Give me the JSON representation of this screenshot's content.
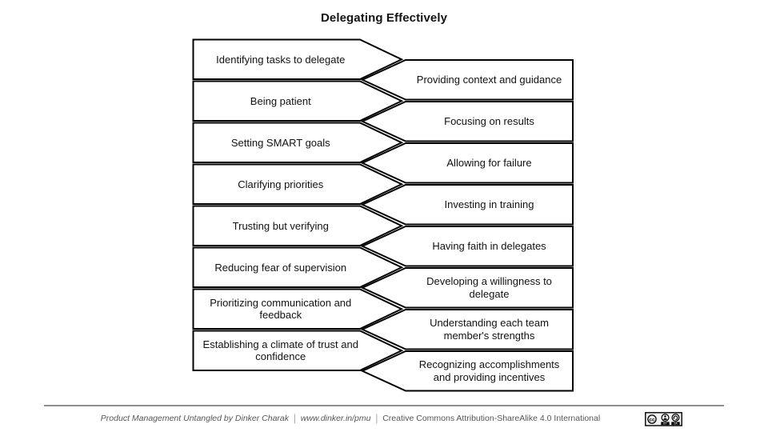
{
  "title": "Delegating Effectively",
  "diagram": {
    "left_items": [
      "Identifying tasks to delegate",
      "Being patient",
      "Setting SMART goals",
      "Clarifying priorities",
      "Trusting but verifying",
      "Reducing fear of supervision",
      "Prioritizing communication and feedback",
      "Establishing a climate of trust and confidence"
    ],
    "right_items": [
      "Providing context and guidance",
      "Focusing on results",
      "Allowing for failure",
      "Investing in training",
      "Having faith in delegates",
      "Developing a willingness to delegate",
      "Understanding each team member's strengths",
      "Recognizing accomplishments and providing incentives"
    ]
  },
  "footer": {
    "credit": "Product Management Untangled by Dinker Charak",
    "separator": "|",
    "url": "www.dinker.in/pmu",
    "license": "Creative Commons Attribution-ShareAlike 4.0 International",
    "badge": {
      "cc_label": "cc",
      "by_label": "BY",
      "sa_label": "SA"
    }
  },
  "colors": {
    "shape_fill": "#ffffff",
    "shape_stroke": "#000000",
    "text": "#121212",
    "footer_text": "#565656",
    "rule": "#8f8f8f"
  }
}
